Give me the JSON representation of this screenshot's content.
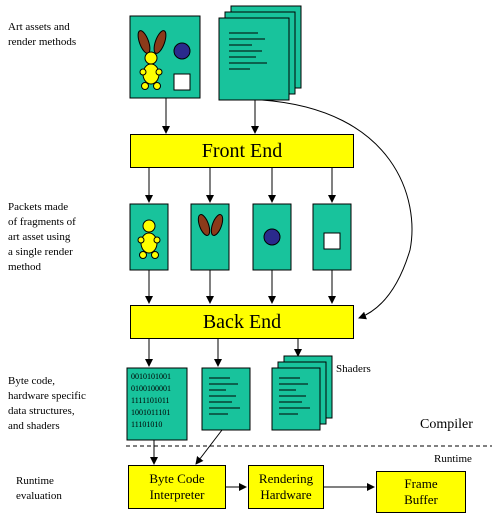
{
  "labels": {
    "art_assets": "Art assets and\nrender methods",
    "packets": "Packets made\nof fragments of\nart asset using\na single render\nmethod",
    "bytecode": "Byte code,\nhardware specific\ndata structures,\nand shaders",
    "runtime_eval": "Runtime\nevaluation",
    "shaders": "Shaders",
    "compiler": "Compiler",
    "runtime": "Runtime"
  },
  "boxes": {
    "front_end": "Front End",
    "back_end": "Back End",
    "interpreter": "Byte Code\nInterpreter",
    "rendering": "Rendering\nHardware",
    "frame_buffer": "Frame\nBuffer"
  },
  "bytecode_lines": [
    "0010101001",
    "0100100001",
    "1111101011",
    "1001011101",
    "11101010"
  ],
  "colors": {
    "teal": "#18c39c",
    "yellow": "#ffff00",
    "brown": "#8b3a1a",
    "navy": "#2a2a8c"
  }
}
